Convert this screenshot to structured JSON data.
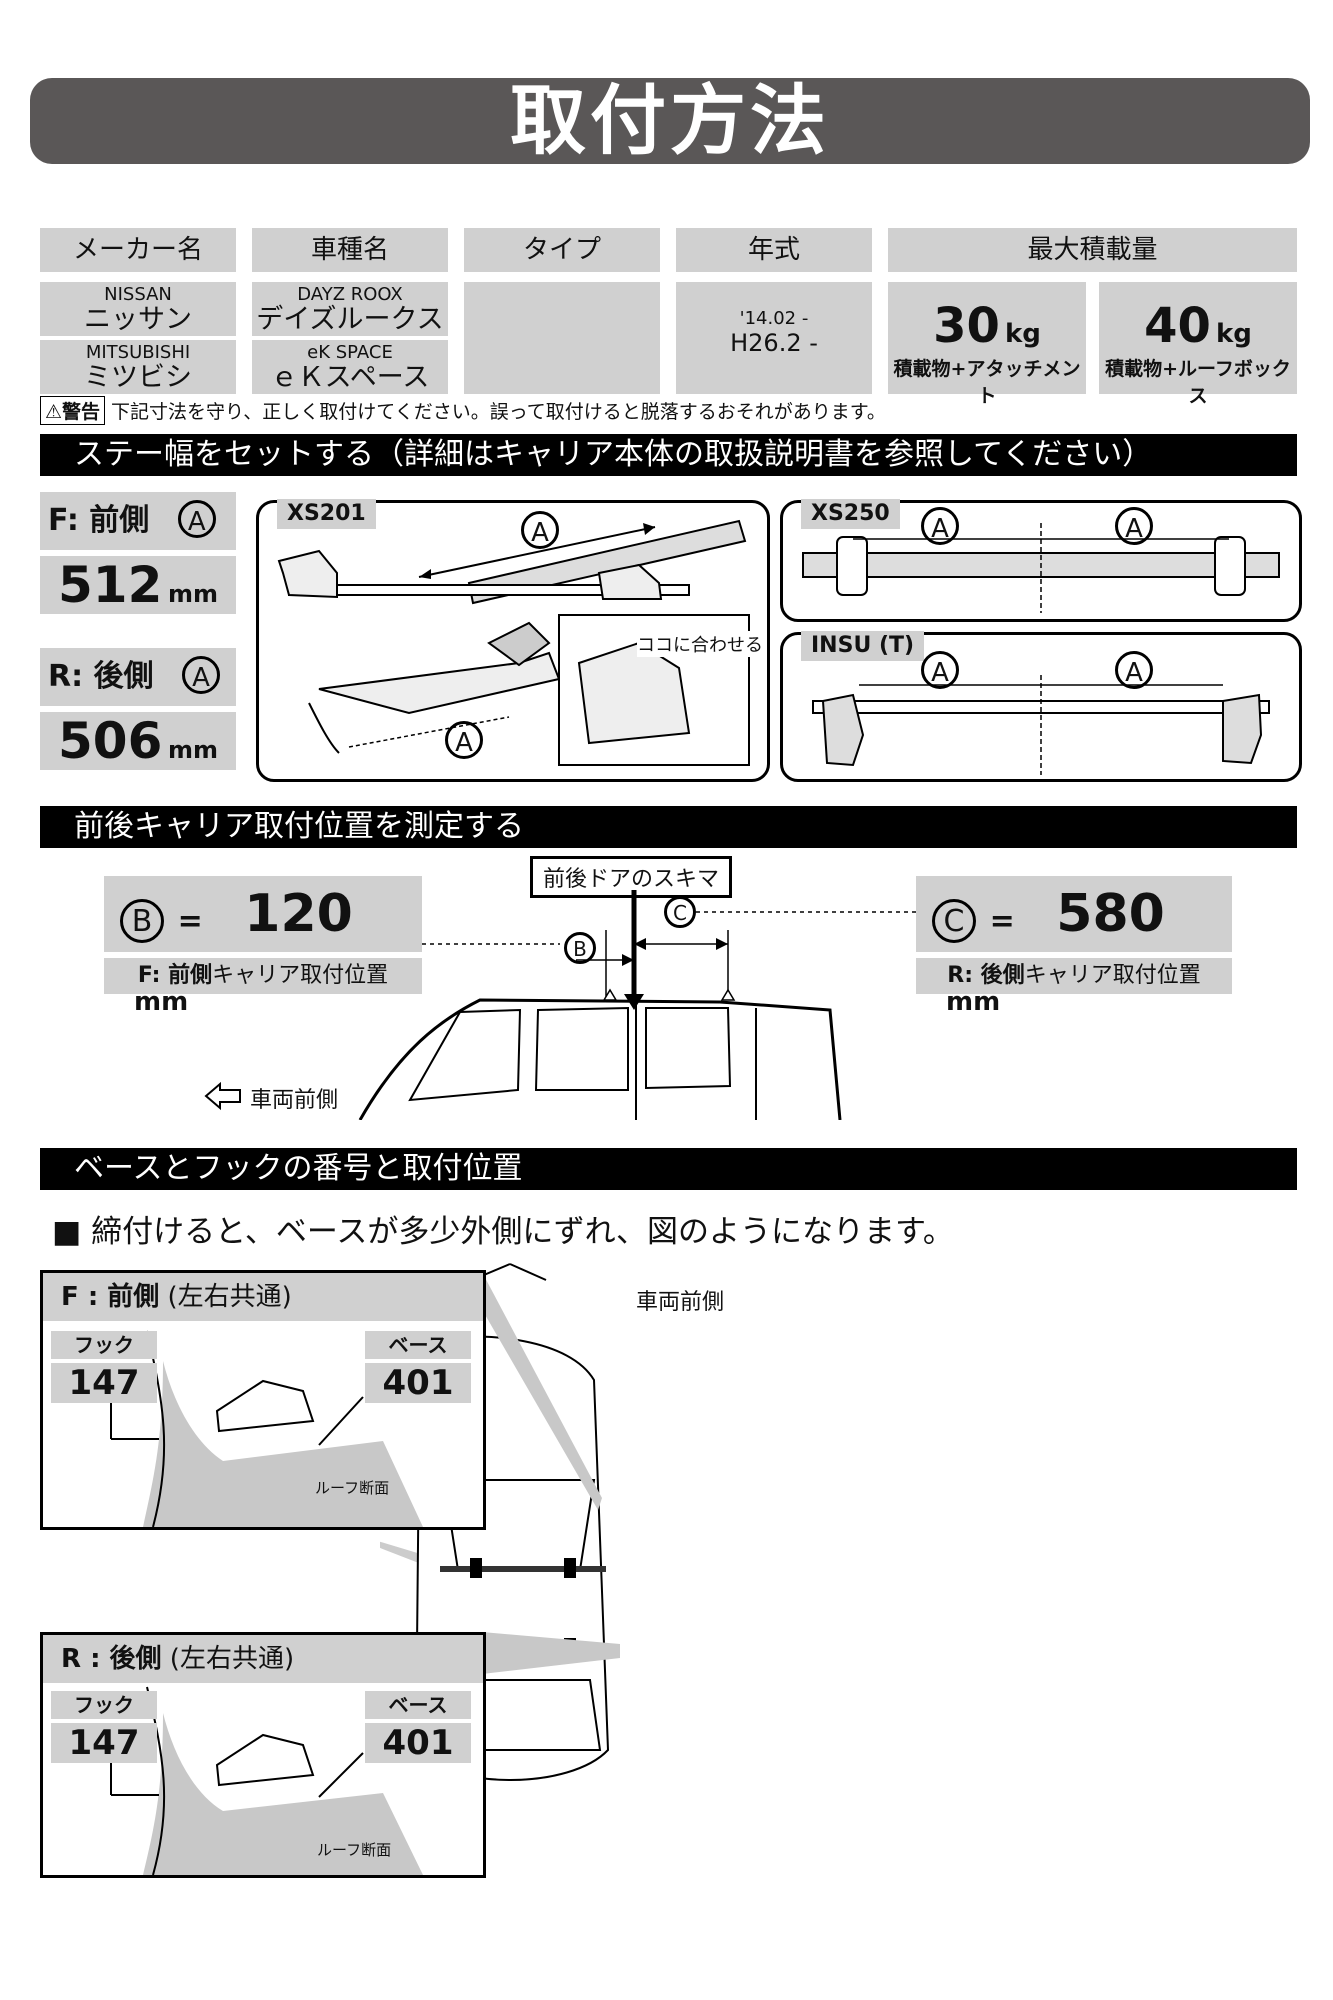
{
  "title": "取付方法",
  "spec_table": {
    "headers": [
      "メーカー名",
      "車種名",
      "タイプ",
      "年式",
      "最大積載量"
    ],
    "rows": [
      {
        "maker_en": "NISSAN",
        "maker_jp": "ニッサン",
        "model_en": "DAYZ ROOX",
        "model_jp": "デイズルークス"
      },
      {
        "maker_en": "MITSUBISHI",
        "maker_jp": "ミツビシ",
        "model_en": "eK SPACE",
        "model_jp": "ｅＫスペース"
      }
    ],
    "year_line1": "'14.02 -",
    "year_line2": "H26.2 -",
    "load1_value": "30",
    "load1_unit": "kg",
    "load1_note": "積載物+アタッチメント",
    "load2_value": "40",
    "load2_unit": "kg",
    "load2_note": "積載物+ルーフボックス"
  },
  "warning": {
    "badge": "⚠警告",
    "text": "下記寸法を守り、正しく取付けてください。誤って取付けると脱落するおそれがあります。"
  },
  "section1": {
    "title": "ステー幅をセットする（詳細はキャリア本体の取扱説明書を参照してください）",
    "front_label": "F: 前側",
    "front_value": "512",
    "rear_label": "R: 後側",
    "rear_value": "506",
    "unit": "mm",
    "circle_a": "A",
    "xs201": "XS201",
    "xs250": "XS250",
    "insu": "INSU (T)",
    "koko": "ココに合わせる"
  },
  "section2": {
    "title": "前後キャリア取付位置を測定する",
    "door_gap": "前後ドアのスキマ",
    "b_letter": "B",
    "b_value": "120",
    "b_unit": "mm",
    "b_caption_bold": "F: 前側",
    "b_caption": "キャリア取付位置",
    "c_letter": "C",
    "c_value": "580",
    "c_unit": "mm",
    "c_caption_bold": "R: 後側",
    "c_caption": "キャリア取付位置",
    "equals": "=",
    "vehicle_front": "車両前側"
  },
  "section3": {
    "title": "ベースとフックの番号と取付位置",
    "note": "■ 締付けると、ベースが多少外側にずれ、図のようになります。",
    "vehicle_front": "車両前側",
    "front_box": {
      "title_bold": "F : 前側",
      "title": "(左右共通)",
      "hook_label": "フック",
      "hook_num": "147",
      "base_label": "ベース",
      "base_num": "401",
      "roof": "ルーフ断面"
    },
    "rear_box": {
      "title_bold": "R : 後側",
      "title": "(左右共通)",
      "hook_label": "フック",
      "hook_num": "147",
      "base_label": "ベース",
      "base_num": "401",
      "roof": "ルーフ断面"
    }
  }
}
